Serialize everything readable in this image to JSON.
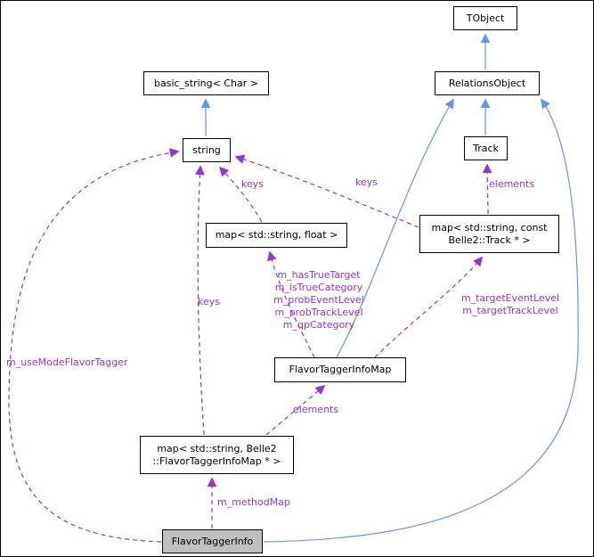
{
  "diagram": {
    "title": "FlavorTaggerInfo collaboration diagram",
    "nodes": {
      "tobject": {
        "label": "TObject"
      },
      "relations_object": {
        "label": "RelationsObject"
      },
      "basic_string": {
        "label": "basic_string< Char >"
      },
      "string": {
        "label": "string"
      },
      "track": {
        "label": "Track"
      },
      "map_string_float": {
        "label": "map< std::string, float >"
      },
      "map_string_track": {
        "label": "map< std::string, const\nBelle2::Track * >"
      },
      "flavor_tagger_info_map": {
        "label": "FlavorTaggerInfoMap"
      },
      "map_string_ftim": {
        "label": "map< std::string, Belle2\n::FlavorTaggerInfoMap * >"
      },
      "flavor_tagger_info": {
        "label": "FlavorTaggerInfo"
      }
    },
    "edge_labels": {
      "keys_float": "keys",
      "keys_track": "keys",
      "elements_track": "elements",
      "keys_ftim": "keys",
      "ftim_members": "m_hasTrueTarget\nm_isTrueCategory\nm_probEventLevel\nm_probTrackLevel\nm_qpCategory",
      "target_members": "m_targetEventLevel\nm_targetTrackLevel",
      "elements_ftim": "elements",
      "method_map": "m_methodMap",
      "use_mode": "m_useModeFlavorTagger"
    },
    "colors": {
      "inheritance": "#6495ED",
      "usage": "#9A32CD",
      "node_border": "#000000",
      "node_fill": "#FFFFFF",
      "highlight_fill": "#BFBFBF",
      "background": "#FFFFFF"
    }
  }
}
